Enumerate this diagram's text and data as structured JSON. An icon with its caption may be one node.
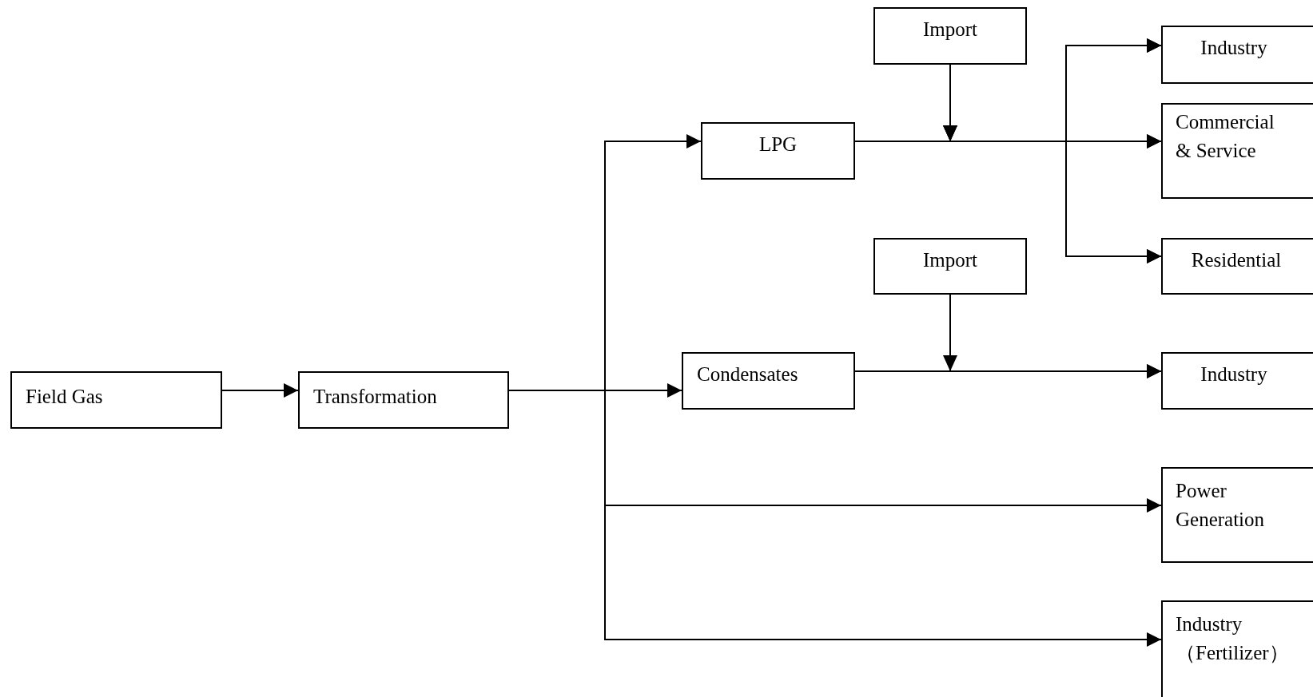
{
  "diagram": {
    "nodes": [
      {
        "text": [
          "Field Gas"
        ]
      },
      {
        "text": [
          "Transformation"
        ]
      },
      {
        "text": [
          "LPG"
        ]
      },
      {
        "text": [
          "Condensates"
        ]
      },
      {
        "text": [
          "Import"
        ]
      },
      {
        "text": [
          "Import"
        ]
      },
      {
        "text": [
          "Industry"
        ]
      },
      {
        "text": [
          "Commercial & Service"
        ]
      },
      {
        "text": [
          "Residential"
        ]
      },
      {
        "text": [
          "Industry"
        ]
      },
      {
        "text": [
          "Power Generation"
        ]
      },
      {
        "text": [
          "Industry （Fertilizer）"
        ]
      }
    ],
    "edges": [
      {
        "from": 0,
        "to": 1,
        "arrow": "to"
      },
      {
        "from": 1,
        "to": 2,
        "arrow": "to"
      },
      {
        "from": 1,
        "to": 3,
        "arrow": "to"
      },
      {
        "from": 1,
        "to": 10,
        "arrow": "to"
      },
      {
        "from": 1,
        "to": 11,
        "arrow": "to"
      },
      {
        "from": 2,
        "to": 6,
        "arrow": "to"
      },
      {
        "from": 2,
        "to": 7,
        "arrow": "to"
      },
      {
        "from": 2,
        "to": 8,
        "arrow": "to"
      },
      {
        "from": 4,
        "to": 6,
        "arrow": "to"
      },
      {
        "from": 4,
        "to": 7,
        "arrow": "to"
      },
      {
        "from": 4,
        "to": 8,
        "arrow": "to"
      },
      {
        "from": 3,
        "to": 9,
        "arrow": "to"
      },
      {
        "from": 5,
        "to": 9,
        "arrow": "to"
      }
    ]
  }
}
